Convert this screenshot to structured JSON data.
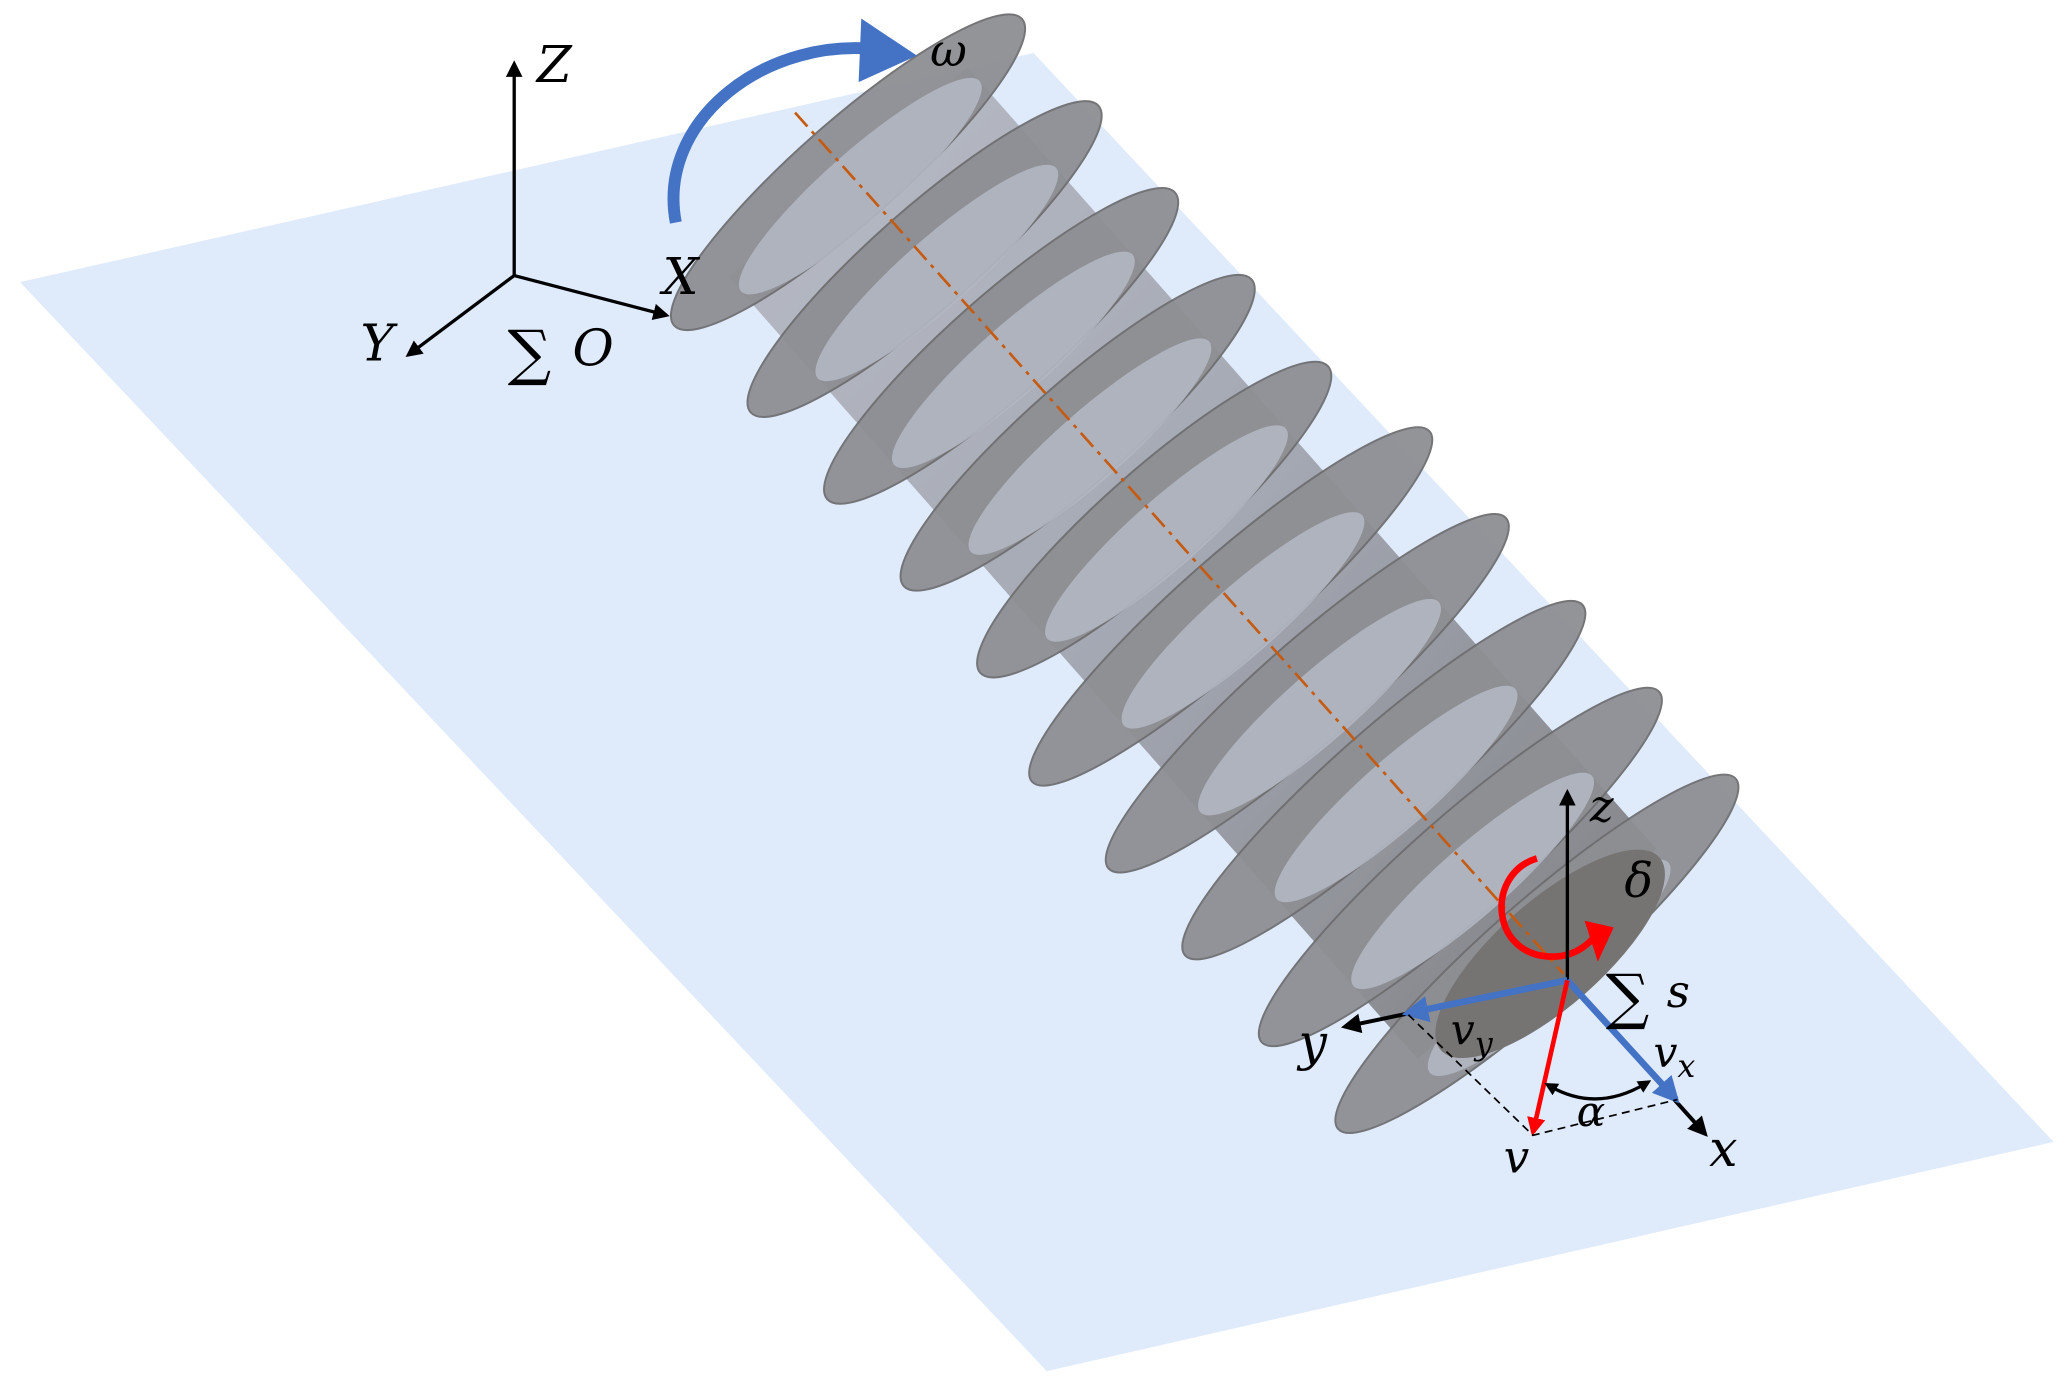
{
  "global_frame": {
    "Z": "Z",
    "X": "X",
    "Y": "Y",
    "sigma": "∑",
    "origin": "O"
  },
  "rotation": {
    "omega": "ω"
  },
  "local_frame": {
    "z": "z",
    "x": "x",
    "y": "y",
    "sigma": "∑",
    "name": "s",
    "delta": "δ"
  },
  "velocity": {
    "v": "v",
    "vx_base": "v",
    "vx_sub": "x",
    "vy_base": "v",
    "vy_sub": "y",
    "alpha": "α"
  },
  "colors": {
    "plane": "#dfeafb",
    "blue": "#4472c4",
    "red": "#ff0000",
    "axis_line": "#c55a11",
    "screw": "#9a9ba0"
  }
}
